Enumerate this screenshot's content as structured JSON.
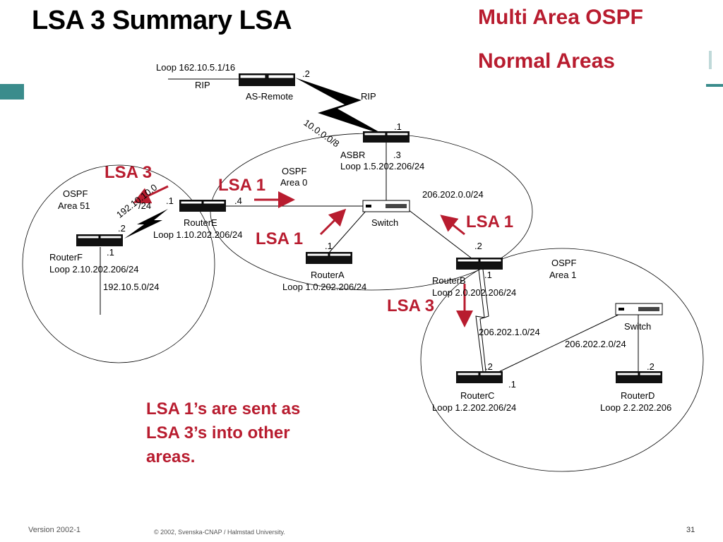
{
  "slide": {
    "title": "LSA 3 Summary LSA",
    "subtitle_line1": "Multi Area OSPF",
    "subtitle_line2": "Normal Areas",
    "footer_version": "Version 2002-1",
    "footer_copyright": "© 2002, Svenska-CNAP / Halmstad University.",
    "page_number": "31"
  },
  "labels": {
    "loop_remote": "Loop 162.10.5.1/16",
    "rip_left": "RIP",
    "as_remote": "AS-Remote",
    "remote_dot2": ".2",
    "rip_right": "RIP",
    "net_10": "10.0.0.0/8",
    "asbr_dot1": ".1",
    "asbr": "ASBR",
    "asbr_dot3": ".3",
    "asbr_loop": "Loop 1.5.202.206/24",
    "ospf_area0_1": "OSPF",
    "ospf_area0_2": "Area 0",
    "net_206_0": "206.202.0.0/24",
    "routere_dot1": ".1",
    "routere_dot4": ".4",
    "routere": "RouterE",
    "routere_loop": "Loop 1.10.202.206/24",
    "switch0": "Switch",
    "net_192_10": "192.10.10.0",
    "net_192_10_mask": "/24",
    "ospf_area51_1": "OSPF",
    "ospf_area51_2": "Area 51",
    "routerf_dot2": ".2",
    "routerf_dot1": ".1",
    "routerf": "RouterF",
    "routerf_loop": "Loop 2.10.202.206/24",
    "net_192_5": "192.10.5.0/24",
    "routera_dot1": ".1",
    "routera": "RouterA",
    "routera_loop": "Loop 1.0.202.206/24",
    "routerb_dot2": ".2",
    "routerb_dot1": ".1",
    "routerb": "RouterB",
    "routerb_loop": "Loop 2.0.202.206/24",
    "ospf_area1_1": "OSPF",
    "ospf_area1_2": "Area 1",
    "switch1": "Switch",
    "net_206_1": "206.202.1.0/24",
    "net_206_2": "206.202.2.0/24",
    "routerc_dot2": ".2",
    "routerc_dot1": ".1",
    "routerc": "RouterC",
    "routerc_loop": "Loop 1.2.202.206/24",
    "routerd_dot2": ".2",
    "routerd": "RouterD",
    "routerd_loop": "Loop 2.2.202.206"
  },
  "lsa_labels": {
    "lsa3_left": "LSA 3",
    "lsa1_top": "LSA 1",
    "lsa1_mid": "LSA 1",
    "lsa1_right": "LSA 1",
    "lsa3_right": "LSA 3"
  },
  "note": "LSA 1’s are sent as\nLSA 3’s into other\nareas.",
  "colors": {
    "accent_red": "#b81c2f",
    "teal": "#3a8c8c"
  }
}
